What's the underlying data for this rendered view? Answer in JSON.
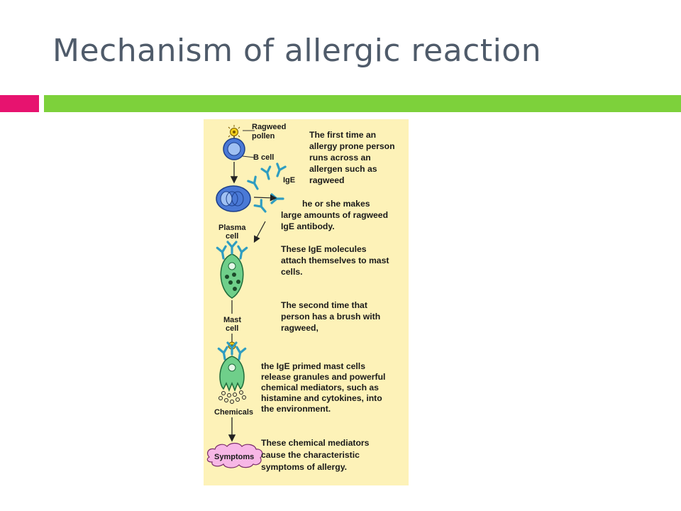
{
  "slide": {
    "title": "Mechanism of allergic reaction"
  },
  "colors": {
    "accent_pink": "#e7136f",
    "accent_green": "#7dd13b",
    "figure_background": "#fdf2b8",
    "title_text": "#4f5b6a",
    "b_cell": "#4a79d6",
    "antibody": "#2f9dc1",
    "mast_cell": "#6fcf8a",
    "symptoms_cloud": "#f7b7e6"
  },
  "figure": {
    "labels": {
      "ragweed_pollen": [
        "Ragweed",
        "pollen"
      ],
      "b_cell": "B cell",
      "ige": "IgE",
      "plasma_cell": [
        "Plasma",
        "cell"
      ],
      "mast_cell": [
        "Mast",
        "cell"
      ],
      "chemicals": "Chemicals",
      "symptoms": "Symptoms"
    },
    "steps": [
      {
        "lines": [
          "The first time an",
          "allergy prone person",
          "runs across an",
          "allergen such as",
          "ragweed"
        ]
      },
      {
        "lines": [
          "he or she makes",
          "large amounts of  ragweed",
          "IgE antibody."
        ]
      },
      {
        "lines": [
          "These IgE molecules",
          "attach themselves to mast",
          "cells."
        ]
      },
      {
        "lines": [
          "The second time that",
          "person has a brush with",
          "ragweed,"
        ]
      },
      {
        "lines": [
          "the IgE primed mast cells",
          "release granules and powerful",
          "chemical mediators, such as",
          "histamine and cytokines, into",
          "the environment."
        ]
      },
      {
        "lines": [
          "These chemical mediators",
          "cause the characteristic",
          "symptoms of allergy."
        ]
      }
    ]
  }
}
